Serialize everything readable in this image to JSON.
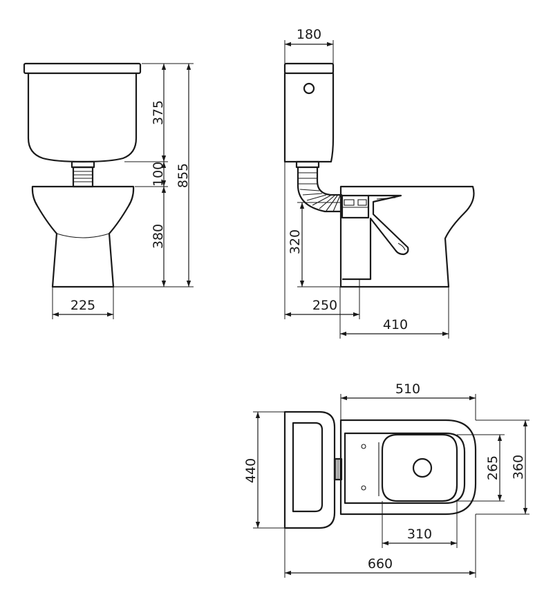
{
  "dimensions": {
    "front_height_cistern": "375",
    "front_height_connector": "100",
    "front_height_bowl": "380",
    "front_height_total": "855",
    "front_width_base": "225",
    "side_width_cistern": "180",
    "side_height_outlet": "320",
    "side_outlet_offset": "250",
    "side_bowl_length": "410",
    "top_bowl_length": "510",
    "top_depth_cistern": "440",
    "top_seat_width": "265",
    "top_bowl_width": "360",
    "top_seat_length": "310",
    "top_total_length": "660"
  }
}
